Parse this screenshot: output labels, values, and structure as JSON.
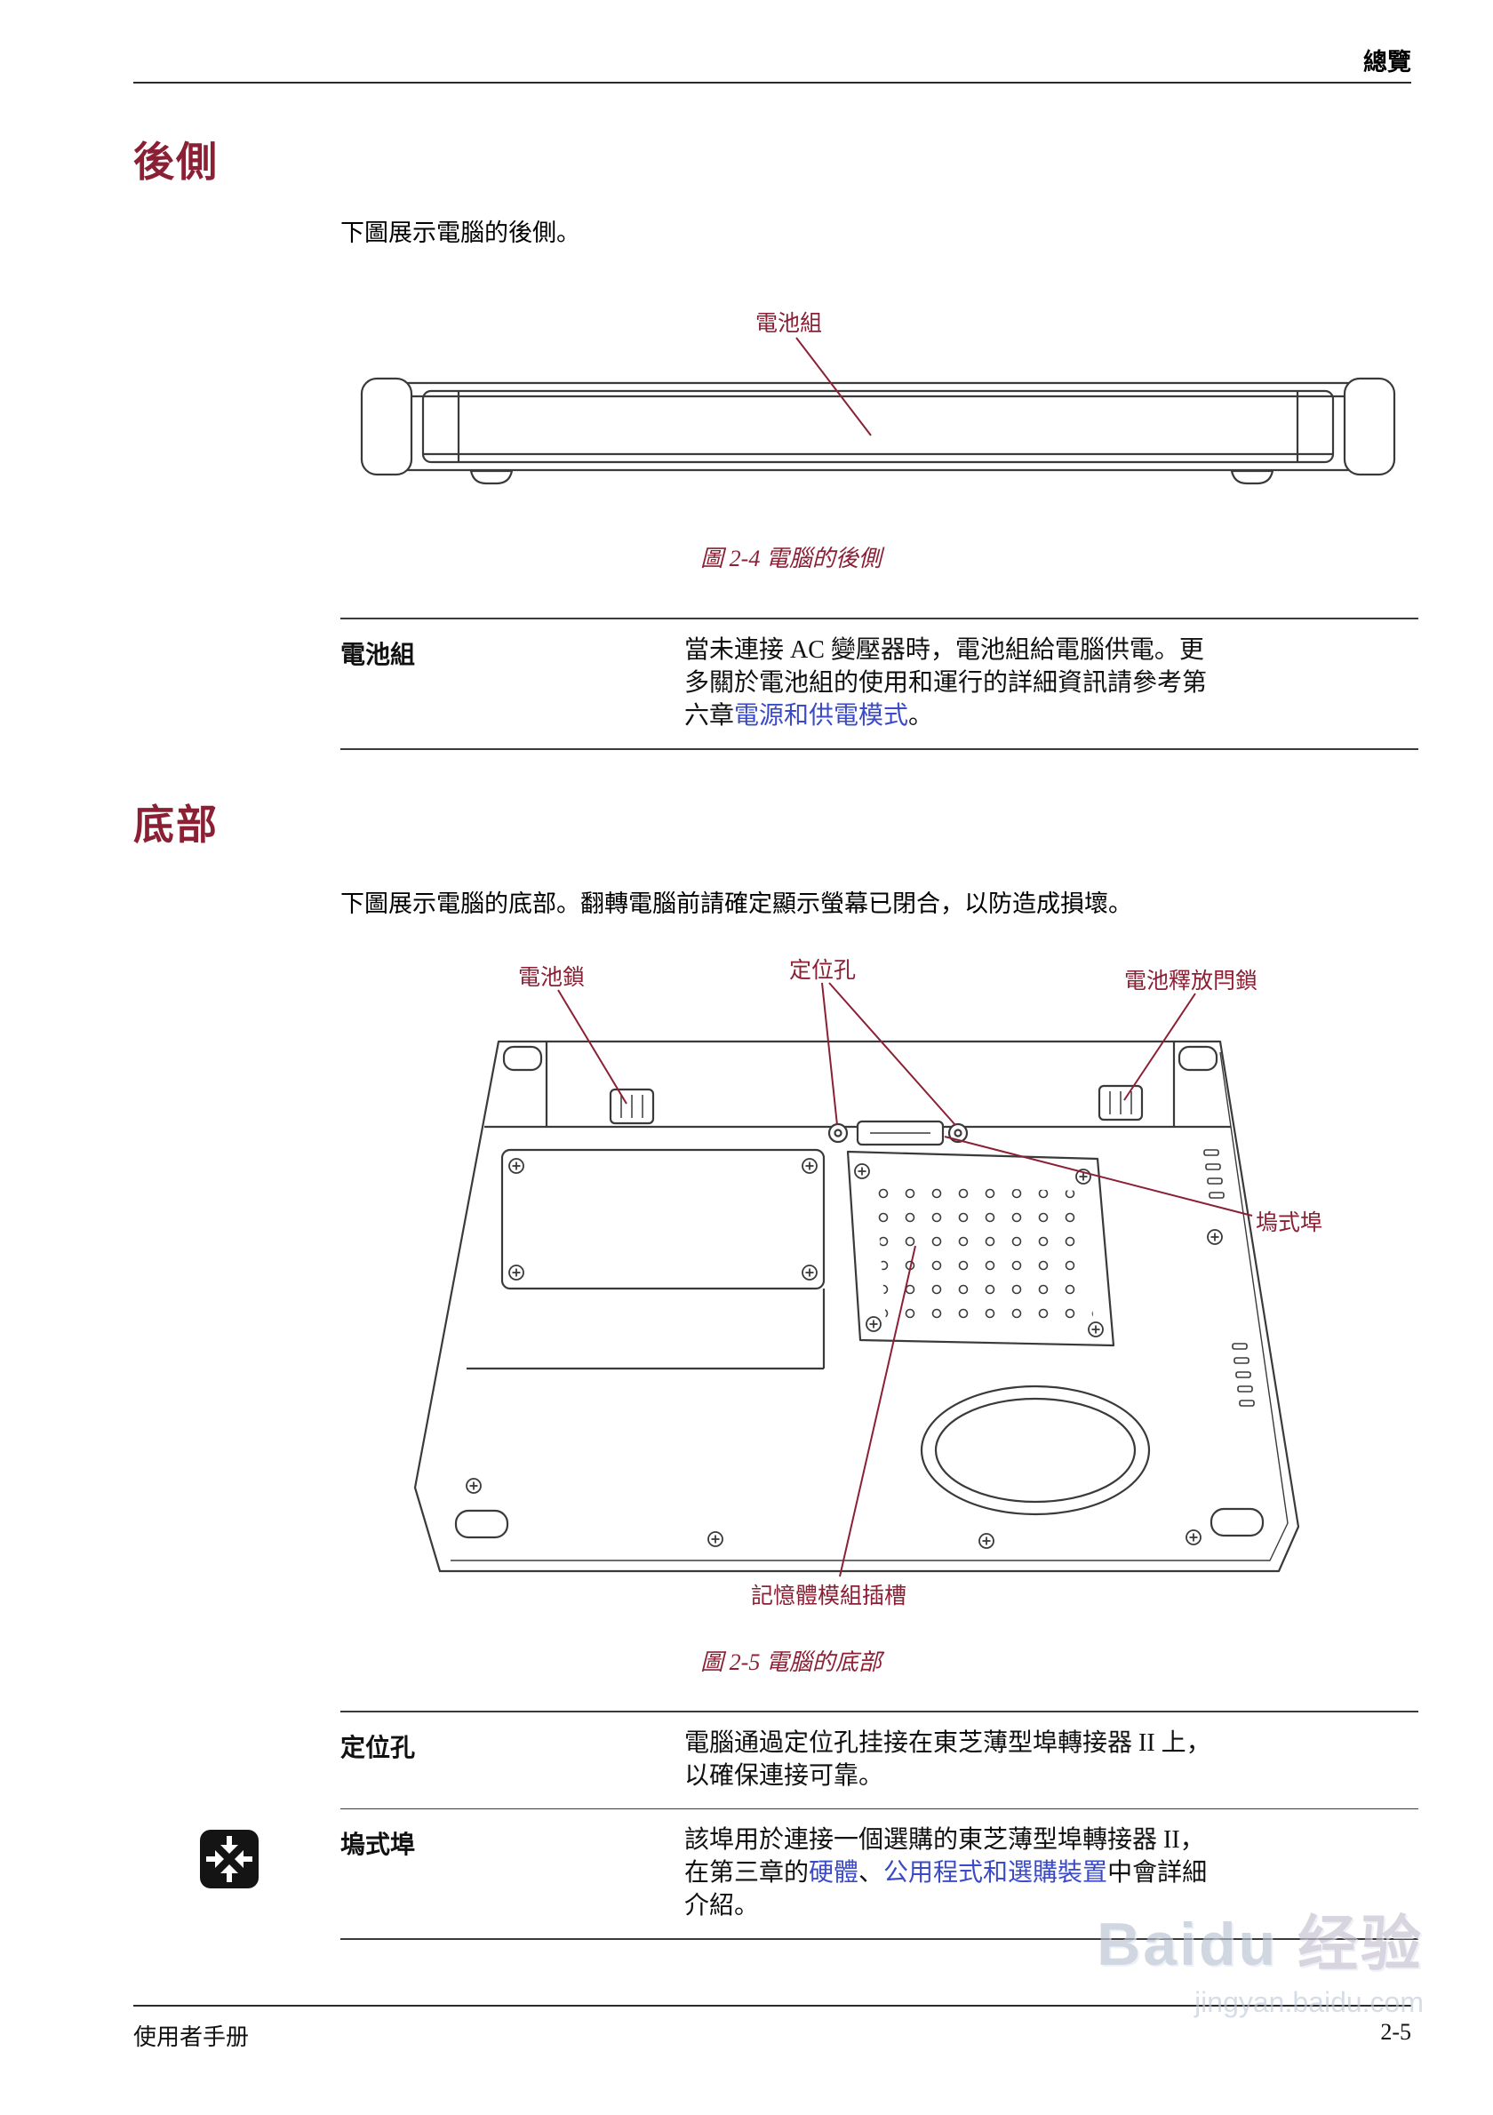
{
  "page": {
    "header": "總覽",
    "footer": {
      "left": "使用者手册",
      "right": "2-5"
    }
  },
  "colors": {
    "heading_red": "#8b2035",
    "link_blue": "#3b4ac9",
    "drawing_stroke": "#3a3a3a"
  },
  "rear": {
    "heading": "後側",
    "intro": "下圖展示電腦的後側。",
    "label_battery_pack": "電池組",
    "caption": "圖 2-4 電腦的後側",
    "row": {
      "term": "電池組",
      "desc_pre": "當未連接 AC 變壓器時，電池組給電腦供電。更\n多關於電池組的使用和運行的詳細資訊請參考第\n六章",
      "desc_link": "電源和供電模式",
      "desc_post": "。"
    }
  },
  "bottom": {
    "heading": "底部",
    "intro": "下圖展示電腦的底部。翻轉電腦前請確定顯示螢幕已閉合，以防造成損壞。",
    "labels": {
      "battery_lock": "電池鎖",
      "positioning_holes": "定位孔",
      "battery_release_latch": "電池釋放閂鎖",
      "docking_port": "塢式埠",
      "memory_module_slot": "記憶體模組插槽"
    },
    "caption": "圖 2-5 電腦的底部",
    "rows": [
      {
        "term": "定位孔",
        "desc": "電腦通過定位孔挂接在東芝薄型埠轉接器 II 上，\n以確保連接可靠。"
      },
      {
        "term": "塢式埠",
        "desc_pre": "該埠用於連接一個選購的東芝薄型埠轉接器 II，\n在第三章的",
        "link1": "硬體",
        "sep": "、",
        "link2": "公用程式和選購裝置",
        "desc_post": "中會詳細\n介紹。"
      }
    ]
  },
  "watermark": {
    "brand": "Baidu",
    "brand_cn": "经验",
    "url": "jingyan.baidu.com"
  }
}
